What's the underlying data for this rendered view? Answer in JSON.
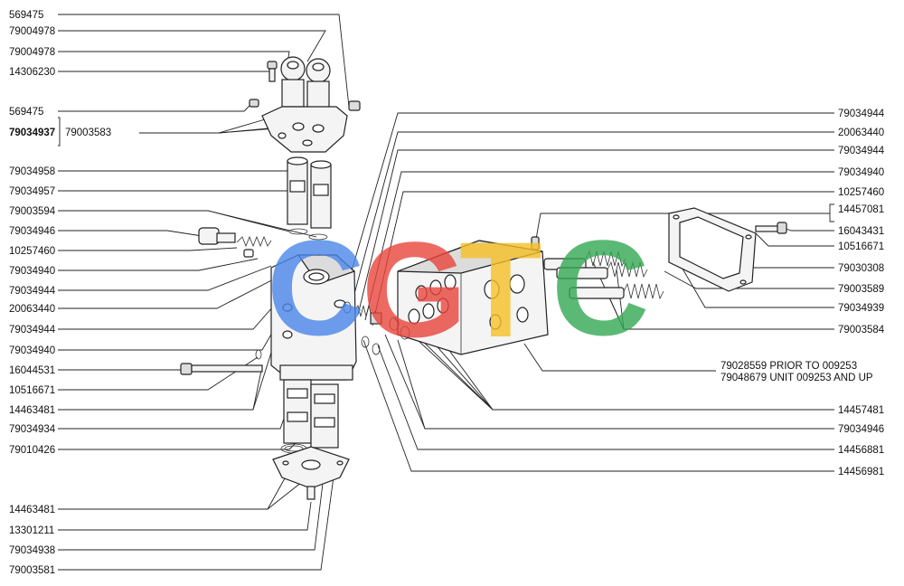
{
  "diagram": {
    "labels_left": [
      "569475",
      "79004978",
      "79004978",
      "14306230",
      "569475",
      "79034937",
      "79003583",
      "79034958",
      "79034957",
      "79003594",
      "79034946",
      "10257460",
      "79034940",
      "79034944",
      "20063440",
      "79034944",
      "79034940",
      "16044531",
      "10516671",
      "14463481",
      "79034934",
      "79010426",
      "14463481",
      "13301211",
      "79034938",
      "79003581"
    ],
    "labels_right": [
      "79034944",
      "20063440",
      "79034944",
      "79034940",
      "10257460",
      "14457081",
      "16043431",
      "10516671",
      "79030308",
      "79003589",
      "79034939",
      "79003584",
      "79028559 PRIOR TO 009253",
      "79048679 UNIT 009253 AND UP",
      "14457481",
      "79034946",
      "14456881",
      "14456981"
    ],
    "watermark": {
      "letters": [
        "C",
        "G",
        "T",
        "C"
      ],
      "colors": [
        "#4a86e8",
        "#e8453c",
        "#f6c026",
        "#34a853"
      ]
    }
  }
}
